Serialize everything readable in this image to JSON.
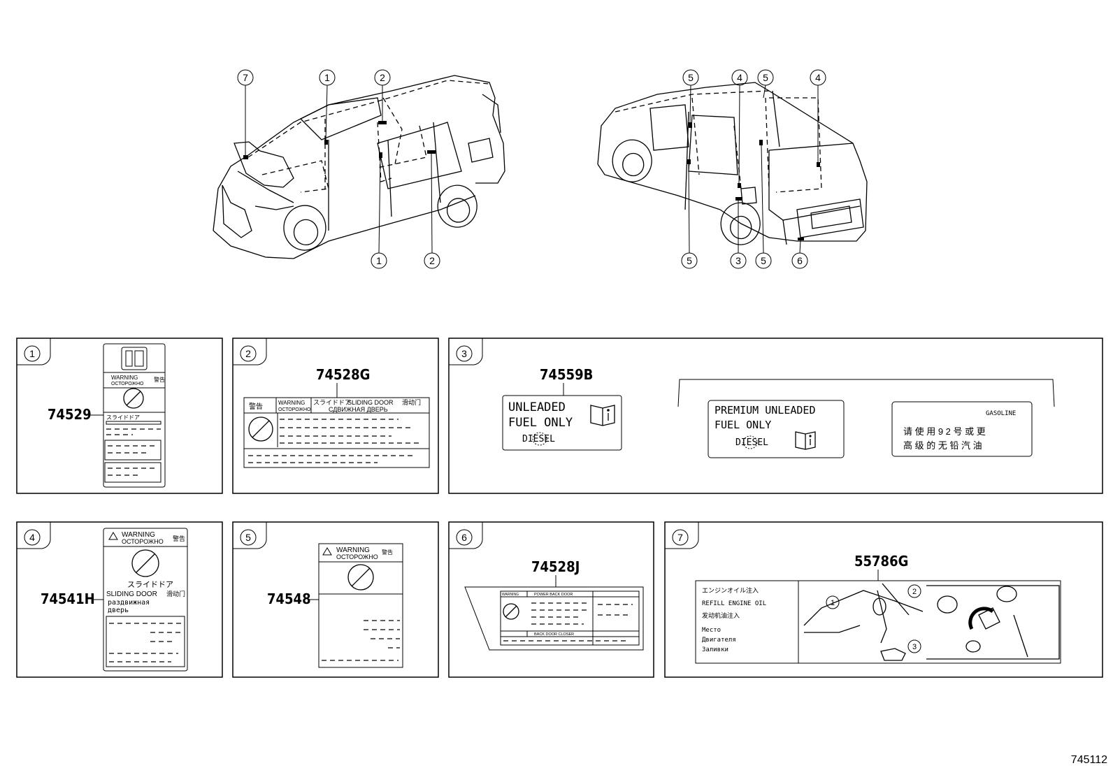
{
  "diagram_id": "745112",
  "callouts": {
    "left_top": [
      "7",
      "1",
      "2"
    ],
    "left_bottom": [
      "1",
      "2"
    ],
    "right_top": [
      "5",
      "4",
      "5",
      "4"
    ],
    "right_bottom": [
      "5",
      "3",
      "5",
      "6"
    ]
  },
  "panels": [
    {
      "id": "1",
      "part": "74529",
      "label": {
        "warning": "WARNING",
        "ru": "ОСТОРОЖНО",
        "jp": "警告",
        "door_jp": "スライドドア"
      }
    },
    {
      "id": "2",
      "part": "74528G",
      "label": {
        "jp_warn": "警告",
        "warning": "WARNING",
        "ru": "ОСТОРОЖНО",
        "door_jp": "スライドドア",
        "door_en": "SLIDING DOOR",
        "door_cn": "滑动门",
        "door_ru": "СДВИЖНАЯ ДВЕРЬ"
      }
    },
    {
      "id": "3",
      "part": "74559B",
      "label_a": {
        "line1": "UNLEADED",
        "line2": "FUEL ONLY",
        "line3": "DIESEL"
      },
      "label_b": {
        "line1": "PREMIUM UNLEADED",
        "line2": "FUEL ONLY",
        "line3": "DIESEL"
      },
      "label_c": {
        "title": "GASOLINE",
        "row1": "请 使 用 9 2 号 或 更",
        "row2": "高 级 的 无 铅 汽 油"
      }
    },
    {
      "id": "4",
      "part": "74541H",
      "label": {
        "warning": "WARNING",
        "ru": "ОСТОРОЖНО",
        "jp": "警告",
        "door_jp": "スライドドア",
        "door_en": "SLIDING DOOR",
        "door_cn": "滑动门",
        "door_ru1": "раздвижная",
        "door_ru2": "дверь"
      }
    },
    {
      "id": "5",
      "part": "74548",
      "label": {
        "warning": "WARNING",
        "ru": "ОСТОРОЖНО",
        "jp": "警告"
      }
    },
    {
      "id": "6",
      "part": "74528J",
      "label": {
        "warning": "WARNING",
        "top": "POWER BACK DOOR",
        "bottom": "BACK DOOR CLOSER"
      }
    },
    {
      "id": "7",
      "part": "55786G",
      "label": {
        "jp": "エンジンオイル注入",
        "en": "REFILL ENGINE OIL",
        "cn": "发动机油注入",
        "ru1": "Место",
        "ru2": "Двигателя",
        "ru3": "Заливки"
      },
      "steps": [
        "1",
        "2",
        "3"
      ]
    }
  ]
}
